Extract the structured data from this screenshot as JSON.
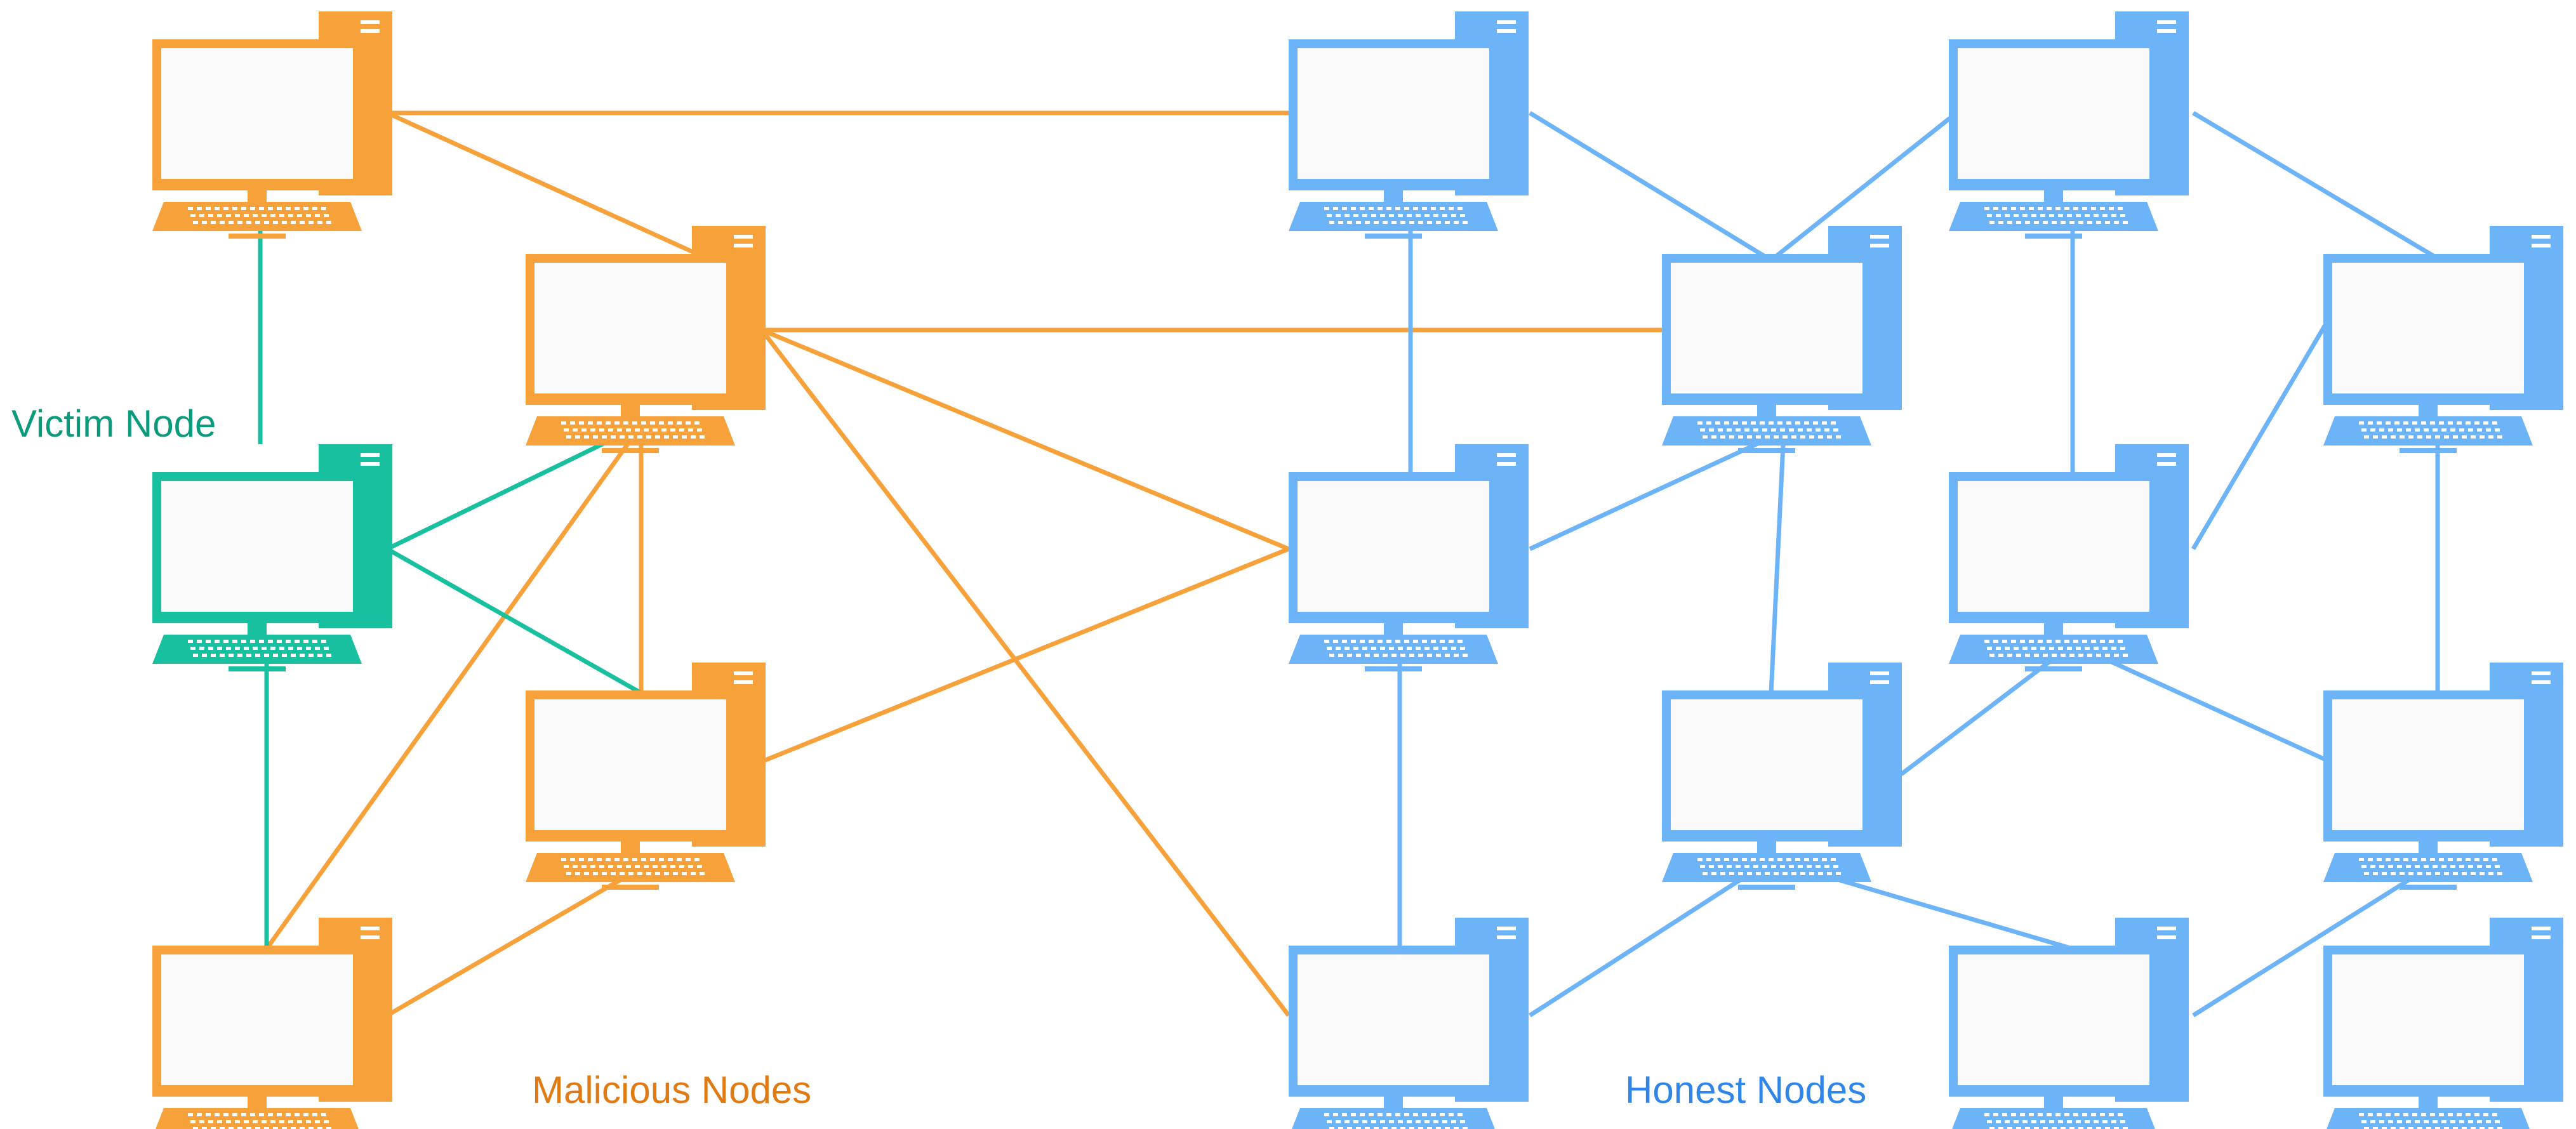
{
  "colors": {
    "malicious": "#f7a13b",
    "honest": "#6cb4f7",
    "victim": "#19c0a0",
    "screen_fill": "#fafafa",
    "malicious_label": "#e07a12",
    "honest_label": "#2f86e6",
    "victim_label": "#0a9a7c"
  },
  "labels": {
    "victim": "Victim Node",
    "malicious": "Malicious Nodes",
    "honest": "Honest Nodes"
  },
  "nodes": [
    {
      "id": "m1",
      "group": "malicious"
    },
    {
      "id": "m2",
      "group": "malicious"
    },
    {
      "id": "m3",
      "group": "malicious"
    },
    {
      "id": "m4",
      "group": "malicious"
    },
    {
      "id": "v",
      "group": "victim"
    },
    {
      "id": "h1",
      "group": "honest"
    },
    {
      "id": "h2",
      "group": "honest"
    },
    {
      "id": "h3",
      "group": "honest"
    },
    {
      "id": "h4",
      "group": "honest"
    },
    {
      "id": "h5",
      "group": "honest"
    },
    {
      "id": "h6",
      "group": "honest"
    },
    {
      "id": "h7",
      "group": "honest"
    },
    {
      "id": "h8",
      "group": "honest"
    },
    {
      "id": "h9",
      "group": "honest"
    },
    {
      "id": "h10",
      "group": "honest"
    },
    {
      "id": "h11",
      "group": "honest"
    }
  ],
  "edges": [
    {
      "from": "m1",
      "to": "h1",
      "group": "malicious"
    },
    {
      "from": "m1",
      "to": "m2",
      "group": "malicious"
    },
    {
      "from": "m2",
      "to": "h4",
      "group": "malicious"
    },
    {
      "from": "m2",
      "to": "h5",
      "group": "malicious"
    },
    {
      "from": "m2",
      "to": "h9",
      "group": "malicious"
    },
    {
      "from": "m2",
      "to": "m3",
      "group": "malicious"
    },
    {
      "from": "m2",
      "to": "m4",
      "group": "malicious"
    },
    {
      "from": "m3",
      "to": "h5",
      "group": "malicious"
    },
    {
      "from": "m4",
      "to": "m3",
      "group": "malicious"
    },
    {
      "from": "v",
      "to": "m1",
      "group": "victim"
    },
    {
      "from": "v",
      "to": "m2",
      "group": "victim"
    },
    {
      "from": "v",
      "to": "m3",
      "group": "victim"
    },
    {
      "from": "v",
      "to": "m4",
      "group": "victim"
    },
    {
      "from": "h1",
      "to": "h4",
      "group": "honest"
    },
    {
      "from": "h1",
      "to": "h5",
      "group": "honest"
    },
    {
      "from": "h4",
      "to": "h2",
      "group": "honest"
    },
    {
      "from": "h2",
      "to": "h3",
      "group": "honest"
    },
    {
      "from": "h2",
      "to": "h6",
      "group": "honest"
    },
    {
      "from": "h4",
      "to": "h5",
      "group": "honest"
    },
    {
      "from": "h4",
      "to": "h7",
      "group": "honest"
    },
    {
      "from": "h3",
      "to": "h6",
      "group": "honest"
    },
    {
      "from": "h3",
      "to": "h8",
      "group": "honest"
    },
    {
      "from": "h5",
      "to": "h9",
      "group": "honest"
    },
    {
      "from": "h6",
      "to": "h7",
      "group": "honest"
    },
    {
      "from": "h6",
      "to": "h10",
      "group": "honest"
    },
    {
      "from": "h7",
      "to": "h9",
      "group": "honest"
    },
    {
      "from": "h7",
      "to": "h11",
      "group": "honest"
    },
    {
      "from": "h8",
      "to": "h10",
      "group": "honest"
    },
    {
      "from": "h10",
      "to": "h11",
      "group": "honest"
    }
  ]
}
